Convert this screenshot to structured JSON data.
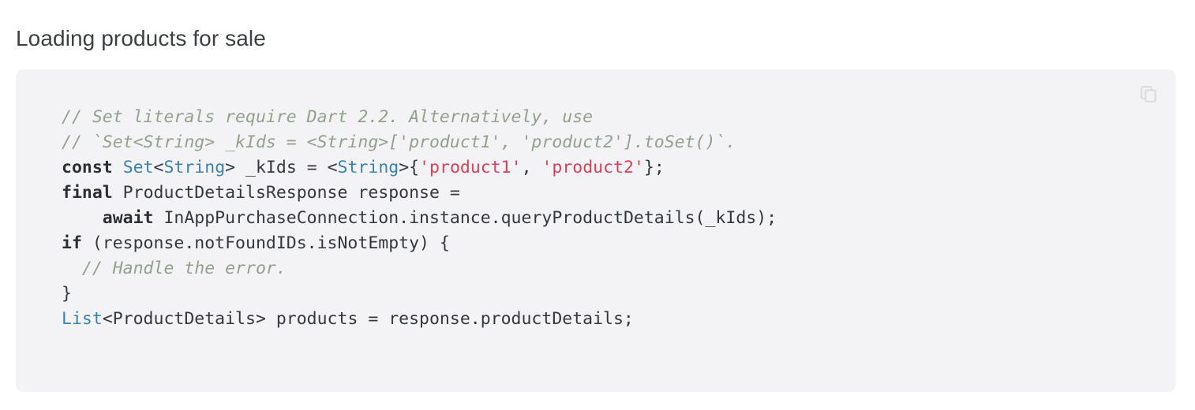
{
  "page": {
    "title": "Loading products for sale",
    "background_color": "#ffffff"
  },
  "code_card": {
    "background_color": "#f3f3f5",
    "language": "dart",
    "copy_button": {
      "icon": "copy-icon",
      "label": "",
      "color": "#dadce0"
    },
    "colors": {
      "comment": "#93a08e",
      "keyword": "#2b2f33",
      "type": "#3d82ac",
      "string": "#d6415a",
      "plain": "#34383c"
    },
    "code_text": "// Set literals require Dart 2.2. Alternatively, use\n// `Set<String> _kIds = <String>['product1', 'product2'].toSet()`.\nconst Set<String> _kIds = <String>{'product1', 'product2'};\nfinal ProductDetailsResponse response =\n    await InAppPurchaseConnection.instance.queryProductDetails(_kIds);\nif (response.notFoundIDs.isNotEmpty) {\n  // Handle the error.\n}\nList<ProductDetails> products = response.productDetails;",
    "lines": [
      {
        "index": 1,
        "tokens": [
          {
            "t": "comment",
            "v": "// Set literals require Dart 2.2. Alternatively, use"
          }
        ]
      },
      {
        "index": 2,
        "tokens": [
          {
            "t": "comment",
            "v": "// `Set<String> _kIds = <String>['product1', 'product2'].toSet()`."
          }
        ]
      },
      {
        "index": 3,
        "tokens": [
          {
            "t": "keyword",
            "v": "const"
          },
          {
            "t": "plain",
            "v": " "
          },
          {
            "t": "type",
            "v": "Set"
          },
          {
            "t": "plain",
            "v": "<"
          },
          {
            "t": "type",
            "v": "String"
          },
          {
            "t": "plain",
            "v": "> _kIds = <"
          },
          {
            "t": "type",
            "v": "String"
          },
          {
            "t": "plain",
            "v": ">{"
          },
          {
            "t": "string",
            "v": "'product1'"
          },
          {
            "t": "plain",
            "v": ", "
          },
          {
            "t": "string",
            "v": "'product2'"
          },
          {
            "t": "plain",
            "v": "};"
          }
        ]
      },
      {
        "index": 4,
        "tokens": [
          {
            "t": "keyword",
            "v": "final"
          },
          {
            "t": "plain",
            "v": " ProductDetailsResponse response ="
          }
        ]
      },
      {
        "index": 5,
        "tokens": [
          {
            "t": "plain",
            "v": "    "
          },
          {
            "t": "keyword",
            "v": "await"
          },
          {
            "t": "plain",
            "v": " InAppPurchaseConnection.instance.queryProductDetails(_kIds);"
          }
        ]
      },
      {
        "index": 6,
        "tokens": [
          {
            "t": "keyword",
            "v": "if"
          },
          {
            "t": "plain",
            "v": " (response.notFoundIDs.isNotEmpty) {"
          }
        ]
      },
      {
        "index": 7,
        "tokens": [
          {
            "t": "plain",
            "v": "  "
          },
          {
            "t": "comment",
            "v": "// Handle the error."
          }
        ]
      },
      {
        "index": 8,
        "tokens": [
          {
            "t": "plain",
            "v": "}"
          }
        ]
      },
      {
        "index": 9,
        "tokens": [
          {
            "t": "type",
            "v": "List"
          },
          {
            "t": "plain",
            "v": "<ProductDetails> products = response.productDetails;"
          }
        ]
      }
    ]
  }
}
